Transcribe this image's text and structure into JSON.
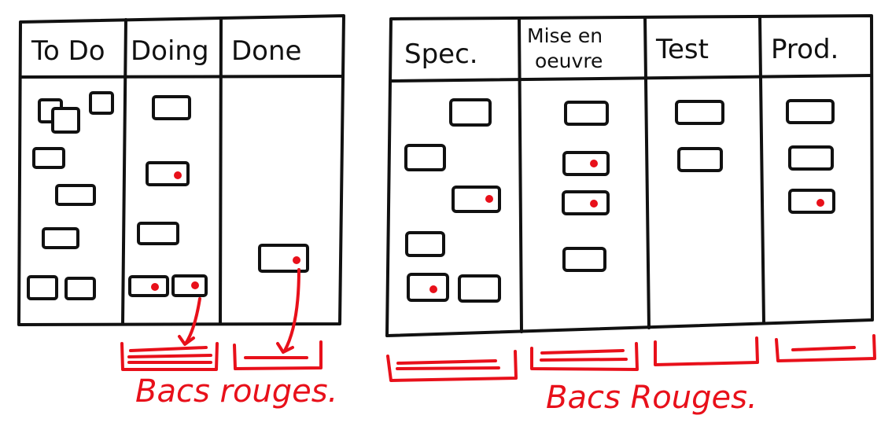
{
  "colors": {
    "ink": "#111111",
    "red": "#e8101a"
  },
  "board1": {
    "columns": [
      "To Do",
      "Doing",
      "Done"
    ],
    "caption": "Bacs rouges."
  },
  "board2": {
    "columns": [
      "Spec.",
      "Mise en",
      "oeuvre",
      "Test",
      "Prod."
    ],
    "caption": "Bacs Rouges."
  }
}
